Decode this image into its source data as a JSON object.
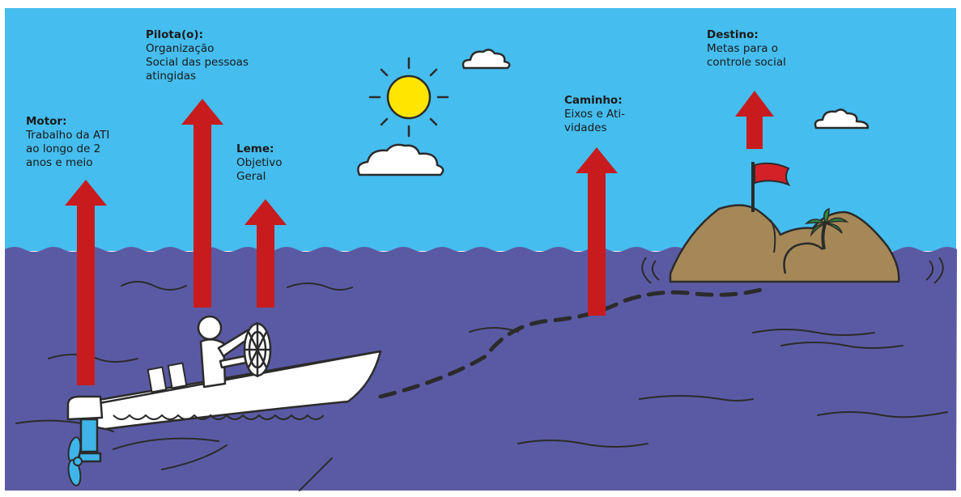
{
  "labels": {
    "motor": {
      "title": "Motor:",
      "body": "Trabalho da ATI\nao longo de 2\nanos e meio"
    },
    "pilota": {
      "title": "Pilota(o):",
      "body": "Organização\nSocial das pessoas\natingidas"
    },
    "leme": {
      "title": "Leme:",
      "body": "Objetivo\nGeral"
    },
    "caminho": {
      "title": "Caminho:",
      "body": "Eixos e Ati-\nvidades"
    },
    "destino": {
      "title": "Destino:",
      "body": "Metas para o\ncontrole social"
    }
  },
  "colors": {
    "sky": "#45bdee",
    "sea": "#5a5aa4",
    "arrow": "#c81b1e",
    "sun": "#ffe500",
    "island": "#a68858",
    "boat": "#ffffff",
    "motor_blue": "#3fb4e8",
    "flag": "#d42127",
    "palm": "#2f8a3e",
    "outline": "#2b2b2b"
  }
}
